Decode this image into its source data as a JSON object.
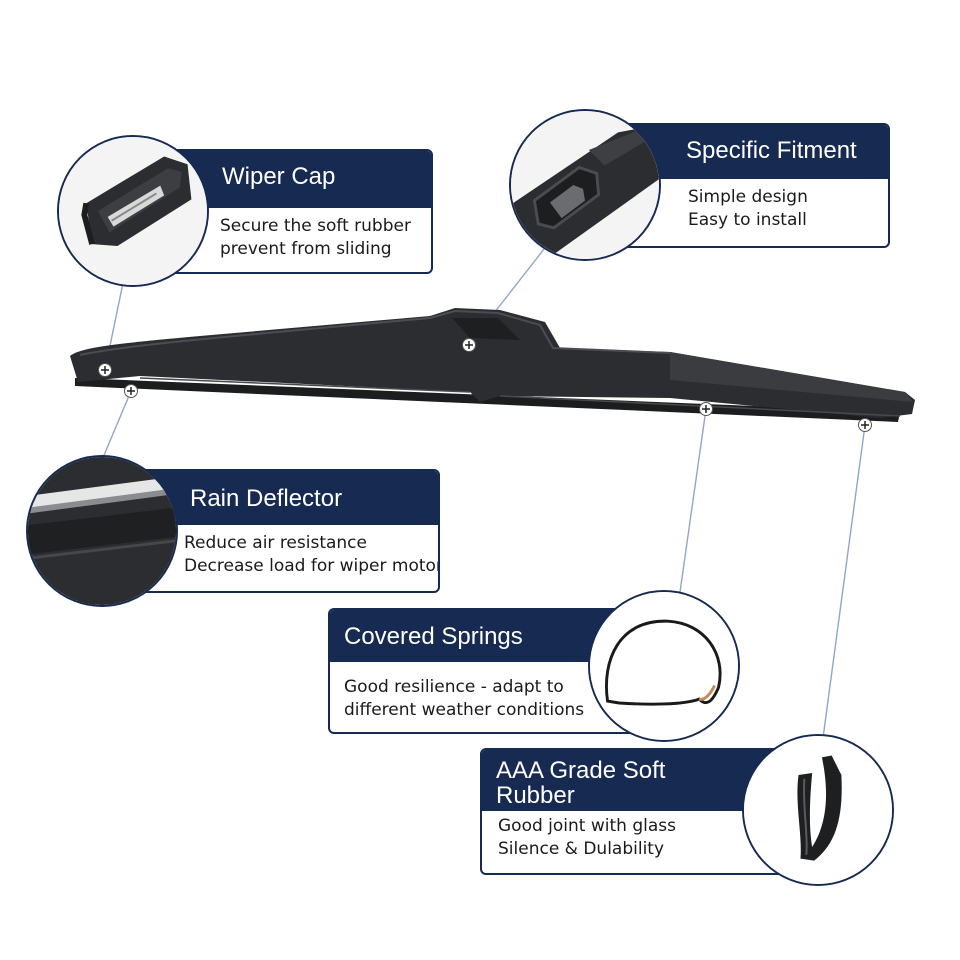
{
  "features": {
    "wiper_cap": {
      "title": "Wiper Cap",
      "lines": [
        "Secure the soft rubber",
        "prevent from sliding"
      ]
    },
    "specific_fitment": {
      "title": "Specific Fitment",
      "lines": [
        "Simple design",
        "Easy to install"
      ]
    },
    "rain_deflector": {
      "title": "Rain Deflector",
      "lines": [
        "Reduce air resistance",
        "Decrease load for wiper motor"
      ]
    },
    "covered_springs": {
      "title": "Covered Springs",
      "lines": [
        "Good resilience - adapt to",
        "different weather conditions"
      ]
    },
    "soft_rubber": {
      "title_lines": [
        "AAA Grade Soft",
        "Rubber"
      ],
      "lines": [
        "Good joint with glass",
        "Silence & Dulability"
      ]
    }
  },
  "colors": {
    "header_navy": "#162a52",
    "blade_black": "#2b2d30",
    "leader_line": "#8fa7c7"
  }
}
